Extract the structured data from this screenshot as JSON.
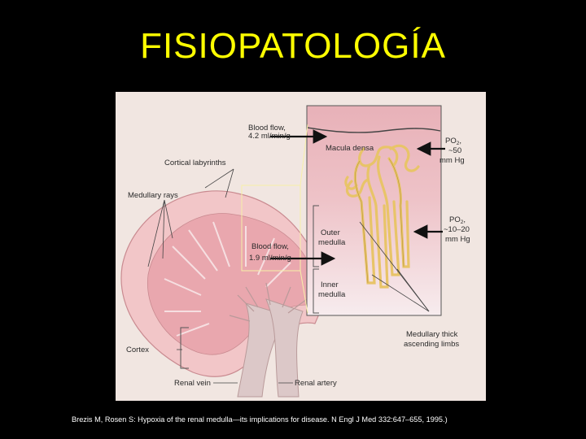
{
  "slide": {
    "title": "FISIOPATOLOGÍA",
    "citation": "Brezis M, Rosen S: Hypoxia of the renal medulla—its implications for disease. N Engl J Med 332:647–655, 1995.)"
  },
  "diagram": {
    "colors": {
      "background": "#f1e6e1",
      "kidney_cortex": "#f2c6c8",
      "kidney_medulla": "#e9a7ae",
      "inset_top": "#e8b1b8",
      "inset_bottom": "#f7ecee",
      "tubule": "#e8c468",
      "vessels": "#d9c4c4"
    },
    "labels": {
      "blood_flow_cortex_line1": "Blood flow,",
      "blood_flow_cortex_line2": "4.2 ml/min/g",
      "cortical_labyrinths": "Cortical labyrinths",
      "medullary_rays": "Medullary rays",
      "blood_flow_medulla_line1": "Blood flow,",
      "blood_flow_medulla_line2": "1.9 ml/min/g",
      "cortex": "Cortex",
      "renal_vein": "Renal vein",
      "renal_artery": "Renal artery",
      "macula_densa": "Macula densa",
      "outer_medulla_line1": "Outer",
      "outer_medulla_line2": "medulla",
      "inner_medulla_line1": "Inner",
      "inner_medulla_line2": "medulla",
      "po2_top_line1": "PO",
      "po2_top_sub": "2",
      "po2_top_comma": ",",
      "po2_top_line2": "~50",
      "po2_top_line3": "mm Hg",
      "po2_bottom_line1": "PO",
      "po2_bottom_sub": "2",
      "po2_bottom_comma": ",",
      "po2_bottom_line2": "~10–20",
      "po2_bottom_line3": "mm Hg",
      "medullary_thick_line1": "Medullary thick",
      "medullary_thick_line2": "ascending limbs"
    }
  }
}
